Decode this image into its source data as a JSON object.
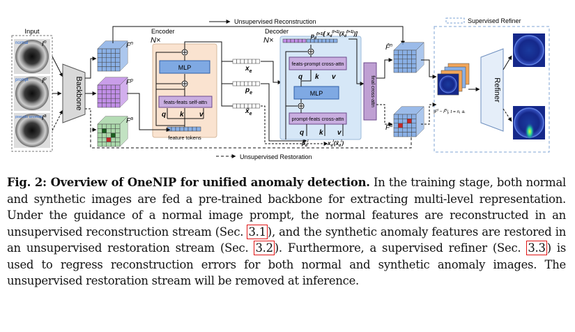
{
  "figure": {
    "labels": {
      "input": "Input",
      "input_tag_normal": "normal",
      "input_tag_prompt": "prompt",
      "input_tag_anomaly": "pseudo anomaly",
      "img_n": "I",
      "img_n_sup": "n",
      "img_p": "I",
      "img_p_sup": "p",
      "img_a": "I",
      "img_a_sup": "a",
      "backbone": "Backbone",
      "feat_n": "F",
      "feat_n_sup": "n",
      "feat_p": "F",
      "feat_p_sup": "p",
      "feat_a": "F",
      "feat_a_sup": "a",
      "encoder": "Encoder",
      "encoder_n": "N×",
      "mlp": "MLP",
      "self_attn": "feats-feats self-attn",
      "q": "q",
      "k": "k",
      "v": "v",
      "feature_tokens": "feature tokens",
      "xe": "x",
      "xe_sub": "e",
      "pe": "p",
      "pe_sub": "e",
      "xe_tilde": "x̃",
      "xe_tilde_sub": "e",
      "decoder": "Decoder",
      "decoder_n": "N×",
      "pd_top": "p",
      "pd_top_sub": "d",
      "pd_top_sup": "(l+1)",
      "xd_top": "[ x",
      "xd_top_sub": "d",
      "xd_top_sup": "(l+1)",
      "xd_top_paren": "(x̃",
      "xd_top_paren_sub": "d",
      "xd_top_paren_sup": "(l+1)",
      "xd_top_close": ")]",
      "feats_prompt": "feats-prompt cross-attn",
      "prompt_feats": "prompt-feats cross-attn",
      "pd_bot": "p",
      "pd_bot_sub": "d",
      "pd_bot_sup": "l",
      "xd_bot": "x",
      "xd_bot_sub": "d",
      "xd_bot_sup": "l",
      "xd_bot_paren": "(x̃",
      "xd_bot_paren_sub": "d",
      "xd_bot_paren_sup": "l",
      "xd_bot_close": ")",
      "final_cross_attn": "final cross-attn",
      "fhat_n": "F̂",
      "fhat_n_sup": "n",
      "fhat_a": "F̂",
      "fhat_a_sup": "a",
      "err_formula": "|F",
      "err_formula_sup": "t",
      "err_formula_mid": " − F̂",
      "err_formula_sup2": "t",
      "err_formula_end": "|, t = n, a.",
      "refiner": "Refiner",
      "unsup_recon": "Unsupervised Reconstruction",
      "unsup_restore": "Unsupervised Restoration",
      "sup_refiner": "Supervised Refiner"
    },
    "colors": {
      "blue_cube": "#8ab0e6",
      "purple_cube": "#c08ee6",
      "green_cube": "#a9d7a9",
      "encoder_bg": "#fae3d0",
      "decoder_bg": "#d6e7f7",
      "block_purple": "#c9aee0",
      "block_blue": "#7fa9e3",
      "refiner_bg": "#e5eef9",
      "final_bg": "#bfa0d3",
      "heatmap_dark": "#1f2f8c"
    }
  },
  "caption": {
    "title": "Fig. 2: Overview of OneNIP for unified anomaly detection.",
    "p1": " In the training stage, both normal and synthetic images are fed a pre-trained backbone for extracting multi-level representation. Under the guidance of a normal image prompt, the normal features are reconstructed in an unsupervised reconstruction stream (Sec. ",
    "ref1": "3.1",
    "p2": "), and the synthetic anomaly features are restored in an unsupervised restoration stream (Sec. ",
    "ref2": "3.2",
    "p3": "). Furthermore, a supervised refiner (Sec. ",
    "ref3": "3.3",
    "p4": ") is used to regress reconstruction errors for both normal and synthetic anomaly images. The unsupervised restoration stream will be removed at inference."
  }
}
